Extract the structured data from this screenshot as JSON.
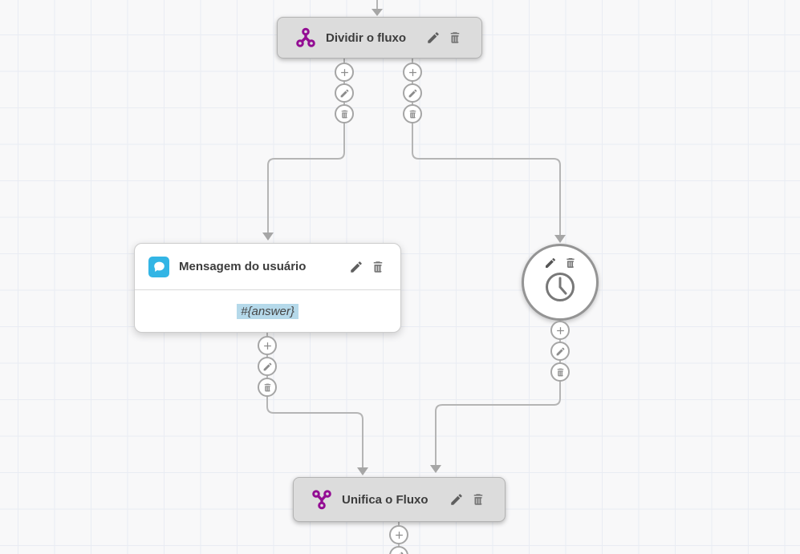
{
  "canvas": {
    "name": "chatbot-flow-builder"
  },
  "colors": {
    "accent_purple": "#930d93",
    "accent_blue": "#33b5e5",
    "highlight": "#b5d9ea",
    "connector": "#b5b5b5",
    "node_gray": "#dcdcdc"
  },
  "nodes": {
    "split": {
      "label": "Dividir o fluxo",
      "icon": "split-flow-icon"
    },
    "message": {
      "label": "Mensagem do usuário",
      "value": "#{answer}",
      "icon": "chat-bubble-icon"
    },
    "timer": {
      "icon": "clock-icon"
    },
    "merge": {
      "label": "Unifica o Fluxo",
      "icon": "merge-flow-icon"
    }
  },
  "port_actions": {
    "add": "plus-icon",
    "edit": "pencil-icon",
    "delete": "trash-icon"
  }
}
